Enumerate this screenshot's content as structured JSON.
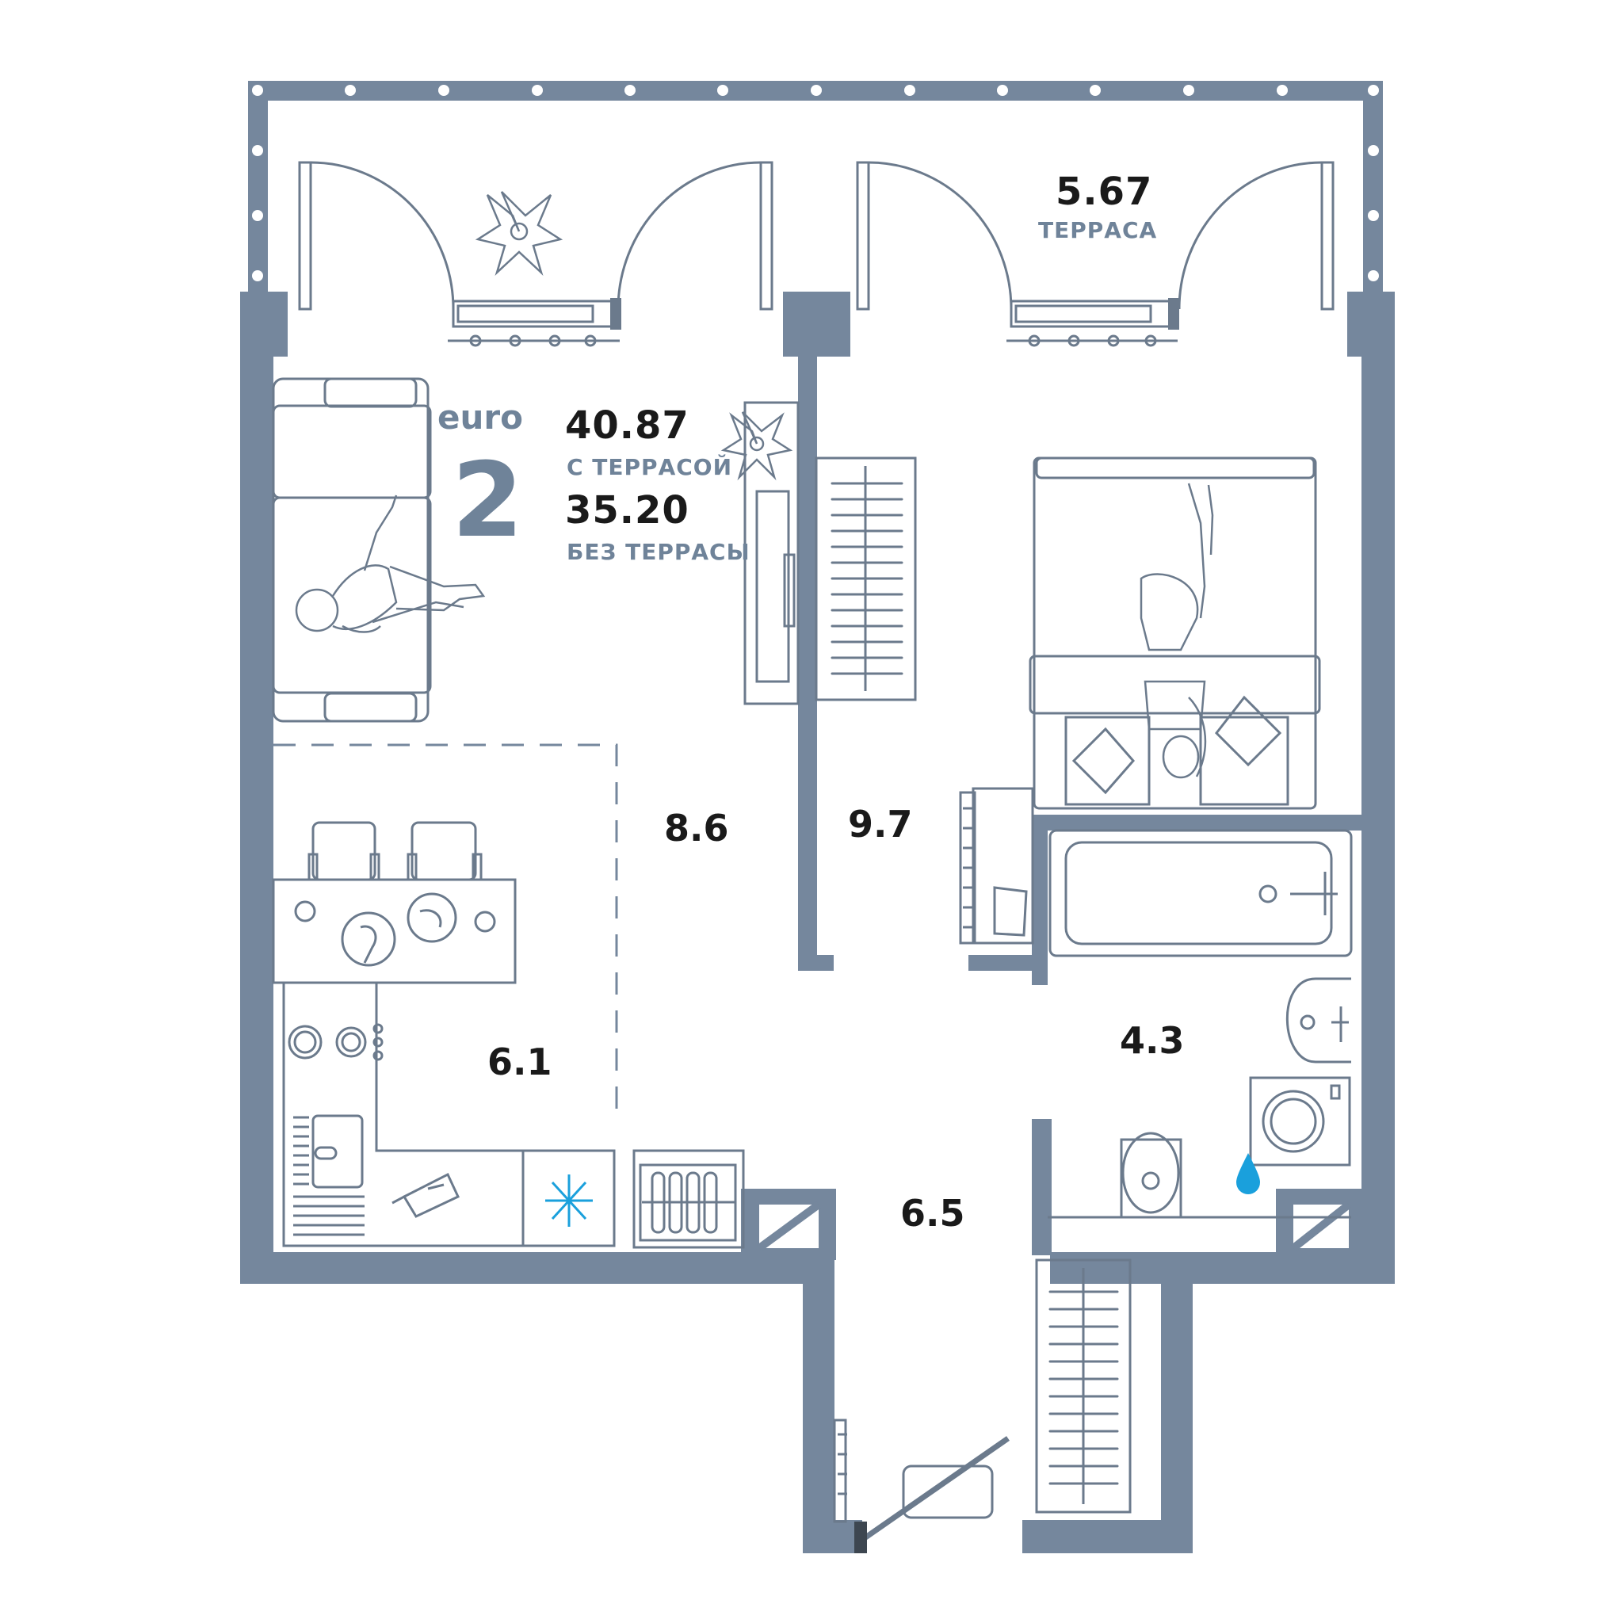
{
  "header": {
    "type_label": "euro",
    "rooms_count": "2",
    "area_with_terrace": "40.87",
    "with_terrace_label": "С ТЕРРАСОЙ",
    "area_without_terrace": "35.20",
    "without_terrace_label": "БЕЗ ТЕРРАСЫ"
  },
  "terrace": {
    "area": "5.67",
    "label": "ТЕРРАСА"
  },
  "rooms": {
    "living": "8.6",
    "bedroom": "9.7",
    "kitchen": "6.1",
    "bathroom": "4.3",
    "hallway": "6.5"
  },
  "colors": {
    "wall": "#75879d",
    "line": "#6b7a8c",
    "text_dark": "#1a1a1a",
    "text_accent": "#6f8399",
    "water": "#1aa0dc"
  },
  "icons": [
    "plant-icon",
    "sofa-icon",
    "person-icon",
    "tv-icon",
    "bed-icon",
    "dining-table-icon",
    "chair-icon",
    "stove-icon",
    "sink-icon",
    "fridge-icon",
    "bathtub-icon",
    "toilet-icon",
    "washing-machine-icon",
    "water-drop-icon",
    "radiator-icon",
    "wardrobe-icon",
    "door-icon"
  ]
}
